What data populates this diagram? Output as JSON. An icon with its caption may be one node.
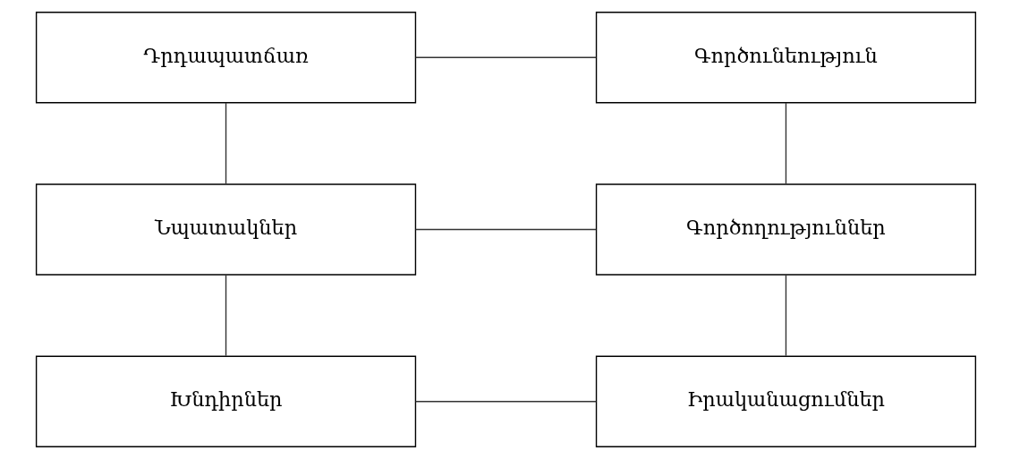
{
  "diagram": {
    "nodes": [
      {
        "text": [
          "Դրդապատճառ"
        ]
      },
      {
        "text": [
          "Գործունեություն"
        ]
      },
      {
        "text": [
          "Նպատակներ"
        ]
      },
      {
        "text": [
          "Գործողություններ"
        ]
      },
      {
        "text": [
          "Խնդիրներ"
        ]
      },
      {
        "text": [
          "Իրականացումներ"
        ]
      }
    ],
    "edges": [
      {
        "from": 0,
        "to": 1,
        "arrow": "none"
      },
      {
        "from": 0,
        "to": 2,
        "arrow": "none"
      },
      {
        "from": 1,
        "to": 3,
        "arrow": "none"
      },
      {
        "from": 2,
        "to": 3,
        "arrow": "none"
      },
      {
        "from": 2,
        "to": 4,
        "arrow": "none"
      },
      {
        "from": 3,
        "to": 5,
        "arrow": "none"
      },
      {
        "from": 4,
        "to": 5,
        "arrow": "none"
      }
    ]
  }
}
